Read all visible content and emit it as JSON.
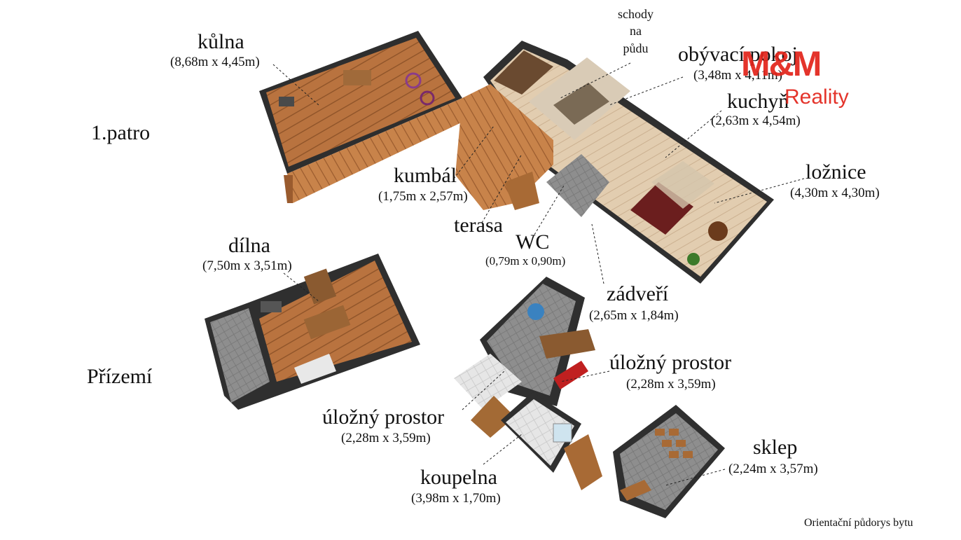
{
  "floors": {
    "upper": "1.patro",
    "ground": "Přízemí"
  },
  "rooms": {
    "kulna": {
      "name": "kůlna",
      "dim": "(8,68m x 4,45m)"
    },
    "schody": {
      "line1": "schody",
      "line2": "na",
      "line3": "půdu"
    },
    "obyvaci": {
      "name": "obývací pokoj",
      "dim": "(3,48m x 4,11m)"
    },
    "kuchyn": {
      "name": "kuchyň",
      "dim": "(2,63m x 4,54m)"
    },
    "loznice": {
      "name": "ložnice",
      "dim": "(4,30m x 4,30m)"
    },
    "kumbal": {
      "name": "kumbál",
      "dim": "(1,75m x 2,57m)"
    },
    "terasa": {
      "name": "terasa"
    },
    "wc": {
      "name": "WC",
      "dim": "(0,79m x 0,90m)"
    },
    "zadveri": {
      "name": "zádveří",
      "dim": "(2,65m x 1,84m)"
    },
    "dilna": {
      "name": "dílna",
      "dim": "(7,50m x 3,51m)"
    },
    "ulozny1": {
      "name": "úložný prostor",
      "dim": "(2,28m x 3,59m)"
    },
    "ulozny2": {
      "name": "úložný prostor",
      "dim": "(2,28m x 3,59m)"
    },
    "sklep": {
      "name": "sklep",
      "dim": "(2,24m x 3,57m)"
    },
    "koupelna": {
      "name": "koupelna",
      "dim": "(3,98m x 1,70m)"
    }
  },
  "logo": {
    "brand": "M&M",
    "sub": "Reality"
  },
  "caption": "Orientační půdorys bytu",
  "colors": {
    "wood": "#b5703d",
    "woodDark": "#8a4f26",
    "wall": "#3d3d3d",
    "tile": "#9a9a9a",
    "brand": "#e2231a"
  }
}
